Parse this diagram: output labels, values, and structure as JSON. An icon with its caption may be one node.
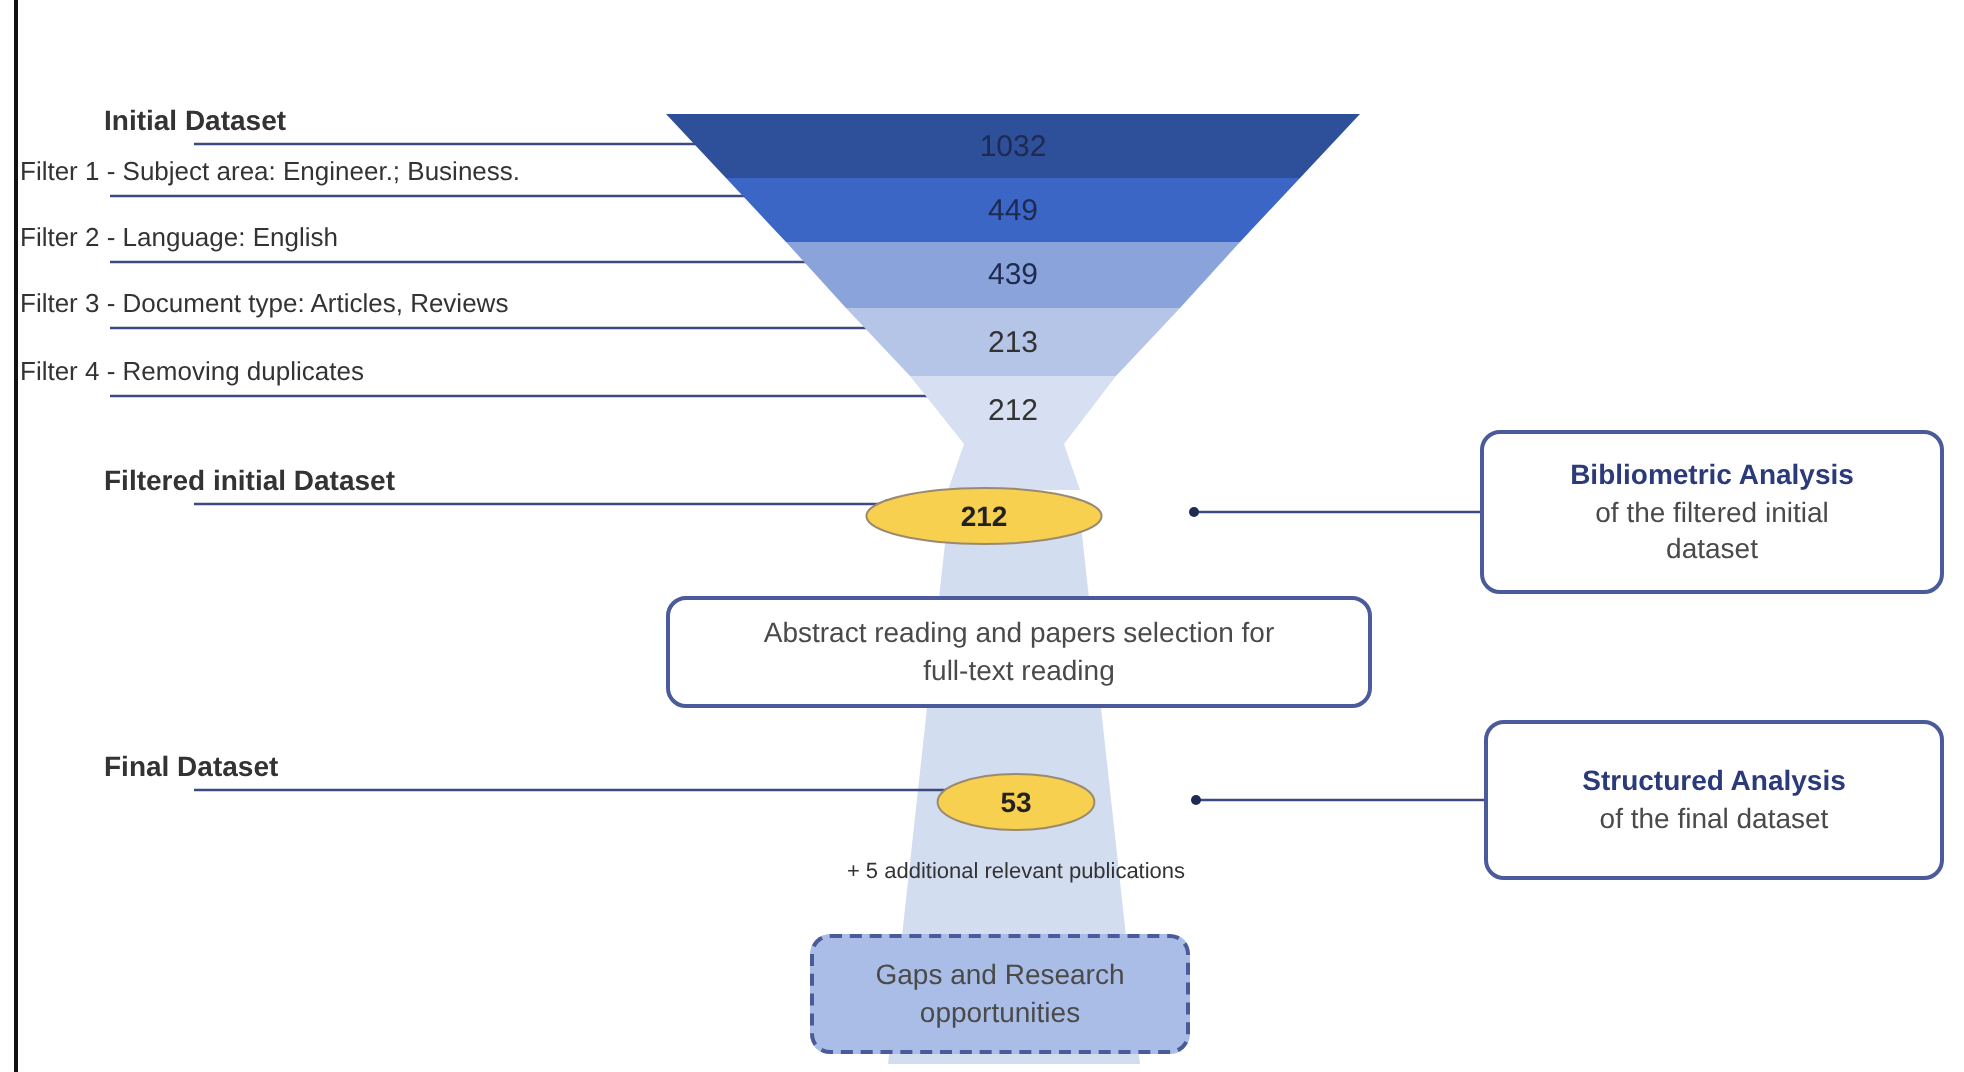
{
  "diagram": {
    "nodes": [
      {
        "text": [
          "1032"
        ]
      },
      {
        "text": [
          "449"
        ]
      },
      {
        "text": [
          "439"
        ]
      },
      {
        "text": [
          "213"
        ]
      },
      {
        "text": [
          "212"
        ]
      },
      {
        "text": [
          "Initial Dataset"
        ]
      },
      {
        "text": [
          "Filter 1 - Subject area: Engineer.; Business."
        ]
      },
      {
        "text": [
          "Filter 2 - Language: English"
        ]
      },
      {
        "text": [
          "Filter 3 - Document type: Articles, Reviews"
        ]
      },
      {
        "text": [
          "Filter 4 - Removing duplicates"
        ]
      },
      {
        "text": [
          "Filtered initial Dataset"
        ]
      },
      {
        "text": [
          "212"
        ]
      },
      {
        "text": [
          "**Bibliometric Analysis** of the filtered initial dataset"
        ]
      },
      {
        "text": [
          "Abstract reading and papers selection for full-text reading"
        ]
      },
      {
        "text": [
          "Final Dataset"
        ]
      },
      {
        "text": [
          "53"
        ],
        "beside": [
          "+ 5 additional relevant publications"
        ]
      },
      {
        "text": [
          "**Structured Analysis** of the final dataset"
        ]
      },
      {
        "text": [
          "Gaps and Research opportunities"
        ]
      }
    ],
    "edges": [
      {
        "from": 5,
        "to": 0,
        "arrow": "other"
      },
      {
        "from": 6,
        "to": 1,
        "arrow": "other"
      },
      {
        "from": 7,
        "to": 2,
        "arrow": "other"
      },
      {
        "from": 8,
        "to": 3,
        "arrow": "other"
      },
      {
        "from": 9,
        "to": 4,
        "arrow": "other"
      },
      {
        "from": 10,
        "to": 11,
        "arrow": "other"
      },
      {
        "from": 12,
        "to": null,
        "arrow": "other"
      },
      {
        "from": 14,
        "to": 15,
        "arrow": "other"
      },
      {
        "from": 16,
        "to": null,
        "arrow": "other"
      }
    ]
  }
}
